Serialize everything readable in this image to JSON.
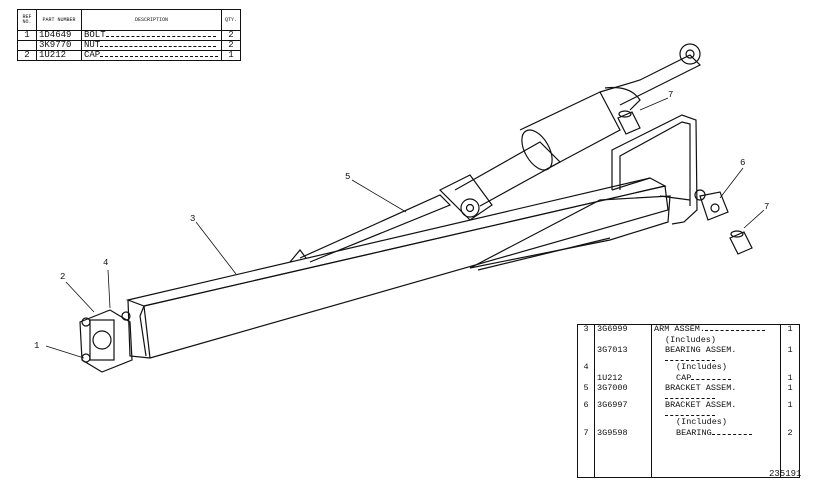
{
  "top_table": {
    "headers": [
      "REF NO.",
      "PART NUMBER",
      "DESCRIPTION",
      "QTY."
    ],
    "rows": [
      {
        "ref": "1",
        "part": "1D4649",
        "desc": "BOLT",
        "qty": "2"
      },
      {
        "ref": "",
        "part": "3K9770",
        "desc": "NUT",
        "qty": "2"
      },
      {
        "ref": "2",
        "part": "1U212",
        "desc": "CAP",
        "qty": "1"
      }
    ]
  },
  "bottom_table": {
    "rows": [
      {
        "ref": "3",
        "part": "3G6999",
        "desc": "ARM ASSEM.",
        "indent": 0,
        "qty": "1"
      },
      {
        "ref": "",
        "part": "",
        "desc": "(Includes)",
        "indent": 1,
        "qty": ""
      },
      {
        "ref": "",
        "part": "3G7013",
        "desc": "BEARING ASSEM.",
        "indent": 1,
        "qty": "1"
      },
      {
        "ref": "4",
        "part": "",
        "desc": "(Includes)",
        "indent": 2,
        "qty": ""
      },
      {
        "ref": "",
        "part": "1U212",
        "desc": "CAP",
        "indent": 2,
        "qty": "1"
      },
      {
        "ref": "5",
        "part": "3G7000",
        "desc": "BRACKET ASSEM.",
        "indent": 1,
        "qty": "1"
      },
      {
        "ref": "6",
        "part": "3G6997",
        "desc": "BRACKET ASSEM.",
        "indent": 1,
        "qty": "1"
      },
      {
        "ref": "",
        "part": "",
        "desc": "(Includes)",
        "indent": 2,
        "qty": ""
      },
      {
        "ref": "7",
        "part": "3G9598",
        "desc": "BEARING",
        "indent": 2,
        "qty": "2"
      },
      {
        "ref": "",
        "part": "",
        "desc": "",
        "indent": 0,
        "qty": ""
      }
    ]
  },
  "callouts": {
    "c1": "1",
    "c2": "2",
    "c3": "3",
    "c4": "4",
    "c5": "5",
    "c6": "6",
    "c7a": "7",
    "c7b": "7"
  },
  "drawing_number": "235191",
  "colors": {
    "ink": "#111111",
    "paper": "#ffffff"
  }
}
